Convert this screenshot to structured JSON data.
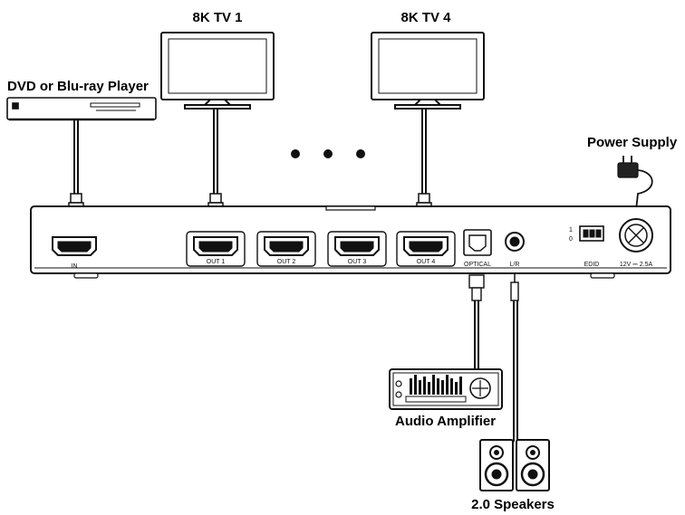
{
  "labels": {
    "source": "DVD or Blu-ray Player",
    "tv1": "8K TV 1",
    "tv4": "8K TV 4",
    "power": "Power Supply",
    "amplifier": "Audio Amplifier",
    "speakers": "2.0 Speakers"
  },
  "ports": {
    "in": "IN",
    "out1": "OUT 1",
    "out2": "OUT 2",
    "out3": "OUT 3",
    "out4": "OUT 4",
    "optical": "OPTICAL",
    "lr": "L/R",
    "edid": "EDID",
    "dc": "12V ⎓ 2.5A",
    "switch_top": "1",
    "switch_bottom": "0"
  },
  "colors": {
    "line": "#111111",
    "device_fill": "#ffffff",
    "shade": "#d9d9d9"
  }
}
